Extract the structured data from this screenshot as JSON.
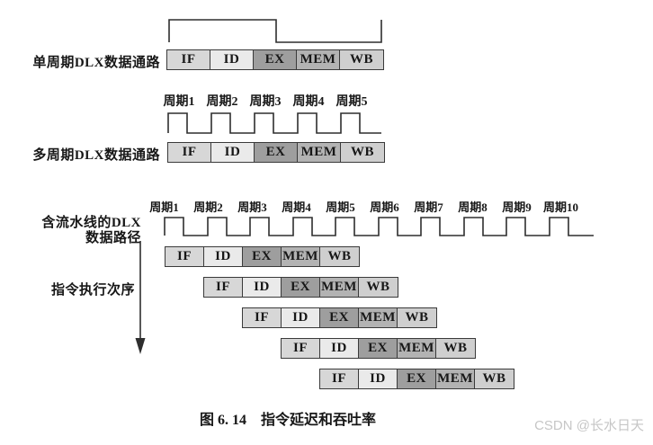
{
  "stages": [
    {
      "label": "IF",
      "color": "#d7d7d7"
    },
    {
      "label": "ID",
      "color": "#eaeaea"
    },
    {
      "label": "EX",
      "color": "#9e9e9e"
    },
    {
      "label": "MEM",
      "color": "#b3b3b3"
    },
    {
      "label": "WB",
      "color": "#cfcfcf"
    }
  ],
  "sections": {
    "single": {
      "label": "单周期DLX数据通路"
    },
    "multi": {
      "label": "多周期DLX数据通路",
      "cycles": [
        "周期1",
        "周期2",
        "周期3",
        "周期4",
        "周期5"
      ]
    },
    "pipelined": {
      "label_line1": "含流水线的DLX",
      "label_line2": "数据路径",
      "cycles": [
        "周期1",
        "周期2",
        "周期3",
        "周期4",
        "周期5",
        "周期6",
        "周期7",
        "周期8",
        "周期9",
        "周期10"
      ],
      "order_label": "指令执行次序",
      "instruction_count": 5
    }
  },
  "caption": "图 6. 14　指令延迟和吞吐率",
  "watermark": "CSDN @长水日天",
  "colors": {
    "waveform": "#2e2e2e",
    "border": "#3a3a3a",
    "text": "#171717",
    "watermark": "#c6c6c6"
  }
}
